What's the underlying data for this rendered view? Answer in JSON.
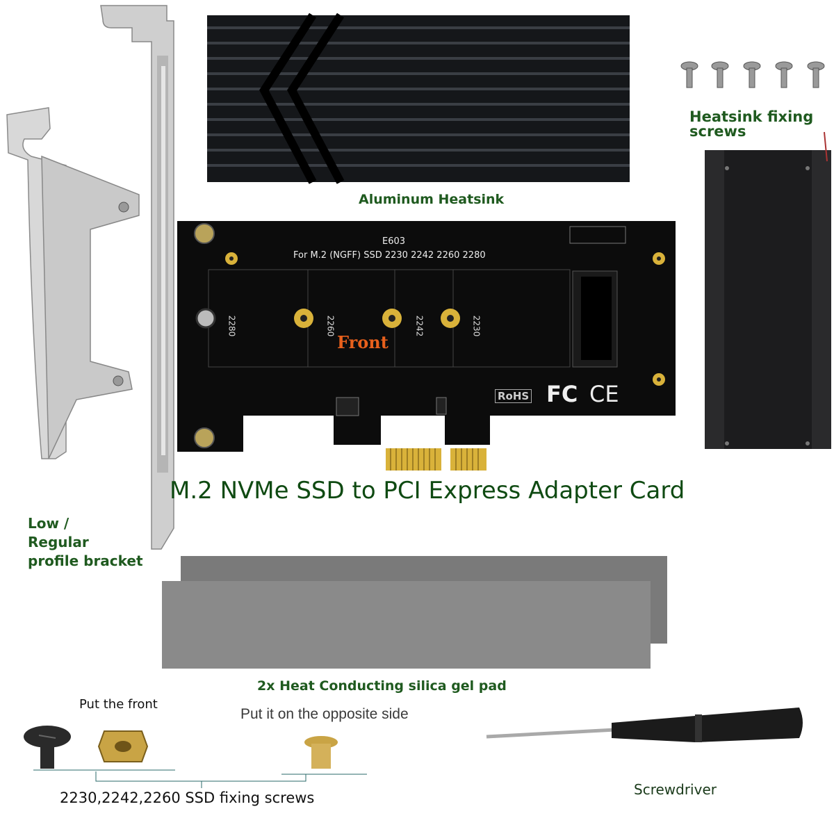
{
  "labels": {
    "heatsink": "Aluminum Heatsink",
    "fixing_screws_line1": "Heatsink fixing",
    "fixing_screws_line2": "screws",
    "bracket_line1": "Low /",
    "bracket_line2": "Regular",
    "bracket_line3": "profile bracket",
    "main_title": "M.2 NVMe SSD to PCI Express Adapter Card",
    "pads": "2x Heat Conducting silica gel pad",
    "put_front": "Put the front",
    "put_opposite": "Put it on the opposite side",
    "ssd_screws": "2230,2242,2260 SSD fixing screws",
    "screwdriver": "Screwdriver"
  },
  "pcb": {
    "model": "E603",
    "spec": "For M.2 (NGFF) SSD 2230 2242 2260 2280",
    "front": "Front",
    "sizes": [
      "2280",
      "2260",
      "2242",
      "2230"
    ],
    "rohs": "RoHS",
    "fc": "FC",
    "ce": "CE"
  },
  "colors": {
    "label_green": "#1f5a1f",
    "pcb_black": "#0c0c0c",
    "front_orange": "#e8601c",
    "gold": "#d9b23a"
  }
}
